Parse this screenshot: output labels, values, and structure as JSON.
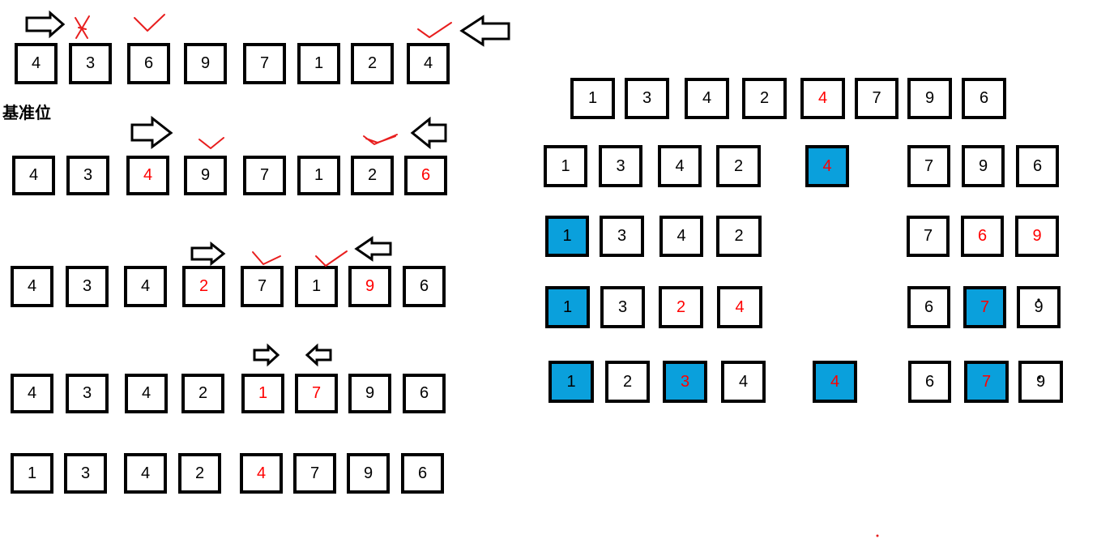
{
  "pivot_label": "基准位",
  "colors": {
    "border": "#000000",
    "text": "#000000",
    "changed": "#ff0000",
    "pivot_fill": "#0aa0dc"
  },
  "left_rows": [
    {
      "cells": [
        {
          "v": "4"
        },
        {
          "v": "3"
        },
        {
          "v": "6"
        },
        {
          "v": "9"
        },
        {
          "v": "7"
        },
        {
          "v": "1"
        },
        {
          "v": "2"
        },
        {
          "v": "4"
        }
      ]
    },
    {
      "cells": [
        {
          "v": "4"
        },
        {
          "v": "3"
        },
        {
          "v": "4",
          "c": "red"
        },
        {
          "v": "9"
        },
        {
          "v": "7"
        },
        {
          "v": "1"
        },
        {
          "v": "2"
        },
        {
          "v": "6",
          "c": "red"
        }
      ]
    },
    {
      "cells": [
        {
          "v": "4"
        },
        {
          "v": "3"
        },
        {
          "v": "4"
        },
        {
          "v": "2",
          "c": "red"
        },
        {
          "v": "7"
        },
        {
          "v": "1"
        },
        {
          "v": "9",
          "c": "red"
        },
        {
          "v": "6"
        }
      ]
    },
    {
      "cells": [
        {
          "v": "4"
        },
        {
          "v": "3"
        },
        {
          "v": "4"
        },
        {
          "v": "2"
        },
        {
          "v": "1",
          "c": "red"
        },
        {
          "v": "7",
          "c": "red"
        },
        {
          "v": "9"
        },
        {
          "v": "6"
        }
      ]
    },
    {
      "cells": [
        {
          "v": "1"
        },
        {
          "v": "3"
        },
        {
          "v": "4"
        },
        {
          "v": "2"
        },
        {
          "v": "4",
          "c": "red"
        },
        {
          "v": "7"
        },
        {
          "v": "9"
        },
        {
          "v": "6"
        }
      ]
    }
  ],
  "right_rows": [
    {
      "cells": [
        {
          "v": "1"
        },
        {
          "v": "3"
        },
        {
          "v": "4"
        },
        {
          "v": "2"
        },
        {
          "v": "4",
          "c": "red"
        },
        {
          "v": "7"
        },
        {
          "v": "9"
        },
        {
          "v": "6"
        }
      ]
    },
    {
      "cells": [
        {
          "v": "1"
        },
        {
          "v": "3"
        },
        {
          "v": "4"
        },
        {
          "v": "2"
        },
        {
          "v": "4",
          "c": "red",
          "hl": true
        },
        {
          "v": "7"
        },
        {
          "v": "9"
        },
        {
          "v": "6"
        }
      ]
    },
    {
      "cells": [
        {
          "v": "1",
          "hl": true
        },
        {
          "v": "3"
        },
        {
          "v": "4"
        },
        {
          "v": "2"
        },
        {
          "v": "7"
        },
        {
          "v": "6",
          "c": "red"
        },
        {
          "v": "9",
          "c": "red"
        }
      ]
    },
    {
      "cells": [
        {
          "v": "1",
          "hl": true
        },
        {
          "v": "3"
        },
        {
          "v": "2",
          "c": "red"
        },
        {
          "v": "4",
          "c": "red"
        },
        {
          "v": "6"
        },
        {
          "v": "7",
          "c": "red",
          "hl": true
        },
        {
          "v": "9"
        }
      ]
    },
    {
      "cells": [
        {
          "v": "1",
          "hl": true
        },
        {
          "v": "2"
        },
        {
          "v": "3",
          "c": "red",
          "hl": true
        },
        {
          "v": "4"
        },
        {
          "v": "4",
          "c": "red",
          "hl": true
        },
        {
          "v": "6"
        },
        {
          "v": "7",
          "c": "red",
          "hl": true
        },
        {
          "v": "9"
        }
      ]
    }
  ]
}
